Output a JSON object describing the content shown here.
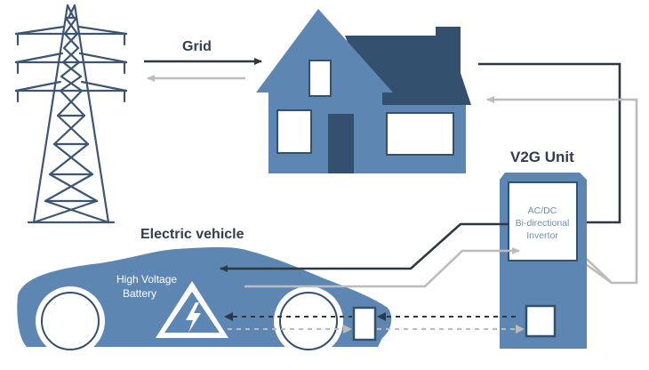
{
  "labels": {
    "grid": "Grid",
    "v2g_unit": "V2G Unit",
    "electric_vehicle": "Electric vehicle",
    "battery_line1": "High Voltage",
    "battery_line2": "Battery",
    "inverter_line1": "AC/DC",
    "inverter_line2": "Bi-directional",
    "inverter_line3": "Invertor"
  },
  "colors": {
    "primary_blue": "#5e86b3",
    "dark_navy": "#34506f",
    "tower_navy": "#3c5572",
    "dark_line": "#2f3842",
    "light_line": "#bcbcbc",
    "label_text": "#2e3f52"
  },
  "icons": {
    "tower": "transmission-tower-icon",
    "house": "house-icon",
    "car": "electric-car-icon",
    "battery_warning": "high-voltage-warning-icon",
    "v2g_unit": "charging-station-icon"
  }
}
